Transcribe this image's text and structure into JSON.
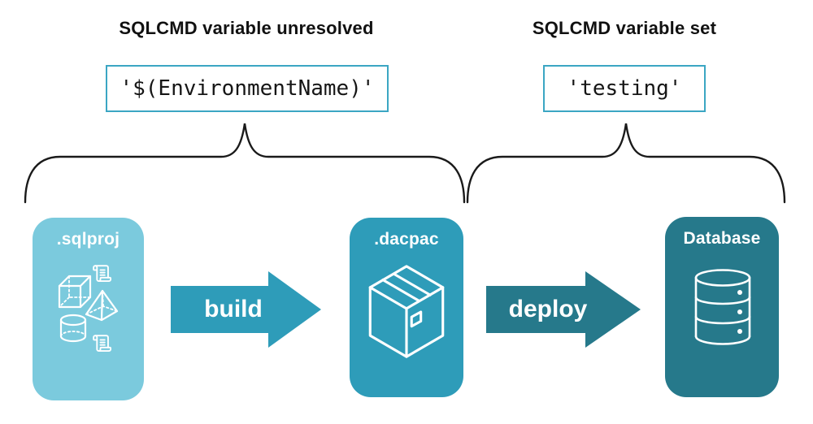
{
  "colors": {
    "light_blue": "#7BCADD",
    "teal": "#2E9CB9",
    "dark_teal": "#26798B",
    "code_border": "#3BA6C3",
    "brace": "#1A1A1A",
    "text": "#111111"
  },
  "annotations": {
    "left": {
      "title": "SQLCMD variable unresolved",
      "code": "'$(EnvironmentName)'"
    },
    "right": {
      "title": "SQLCMD variable set",
      "code": "'testing'"
    }
  },
  "pipeline": {
    "stages": [
      {
        "label": ".sqlproj",
        "icons": [
          "scroll-icon",
          "cube-icon",
          "pyramid-icon",
          "cylinder-icon",
          "scroll-icon"
        ]
      },
      {
        "label": ".dacpac",
        "icons": [
          "package-icon"
        ]
      },
      {
        "label": "Database",
        "icons": [
          "database-icon"
        ]
      }
    ],
    "arrows": [
      {
        "label": "build"
      },
      {
        "label": "deploy"
      }
    ]
  }
}
